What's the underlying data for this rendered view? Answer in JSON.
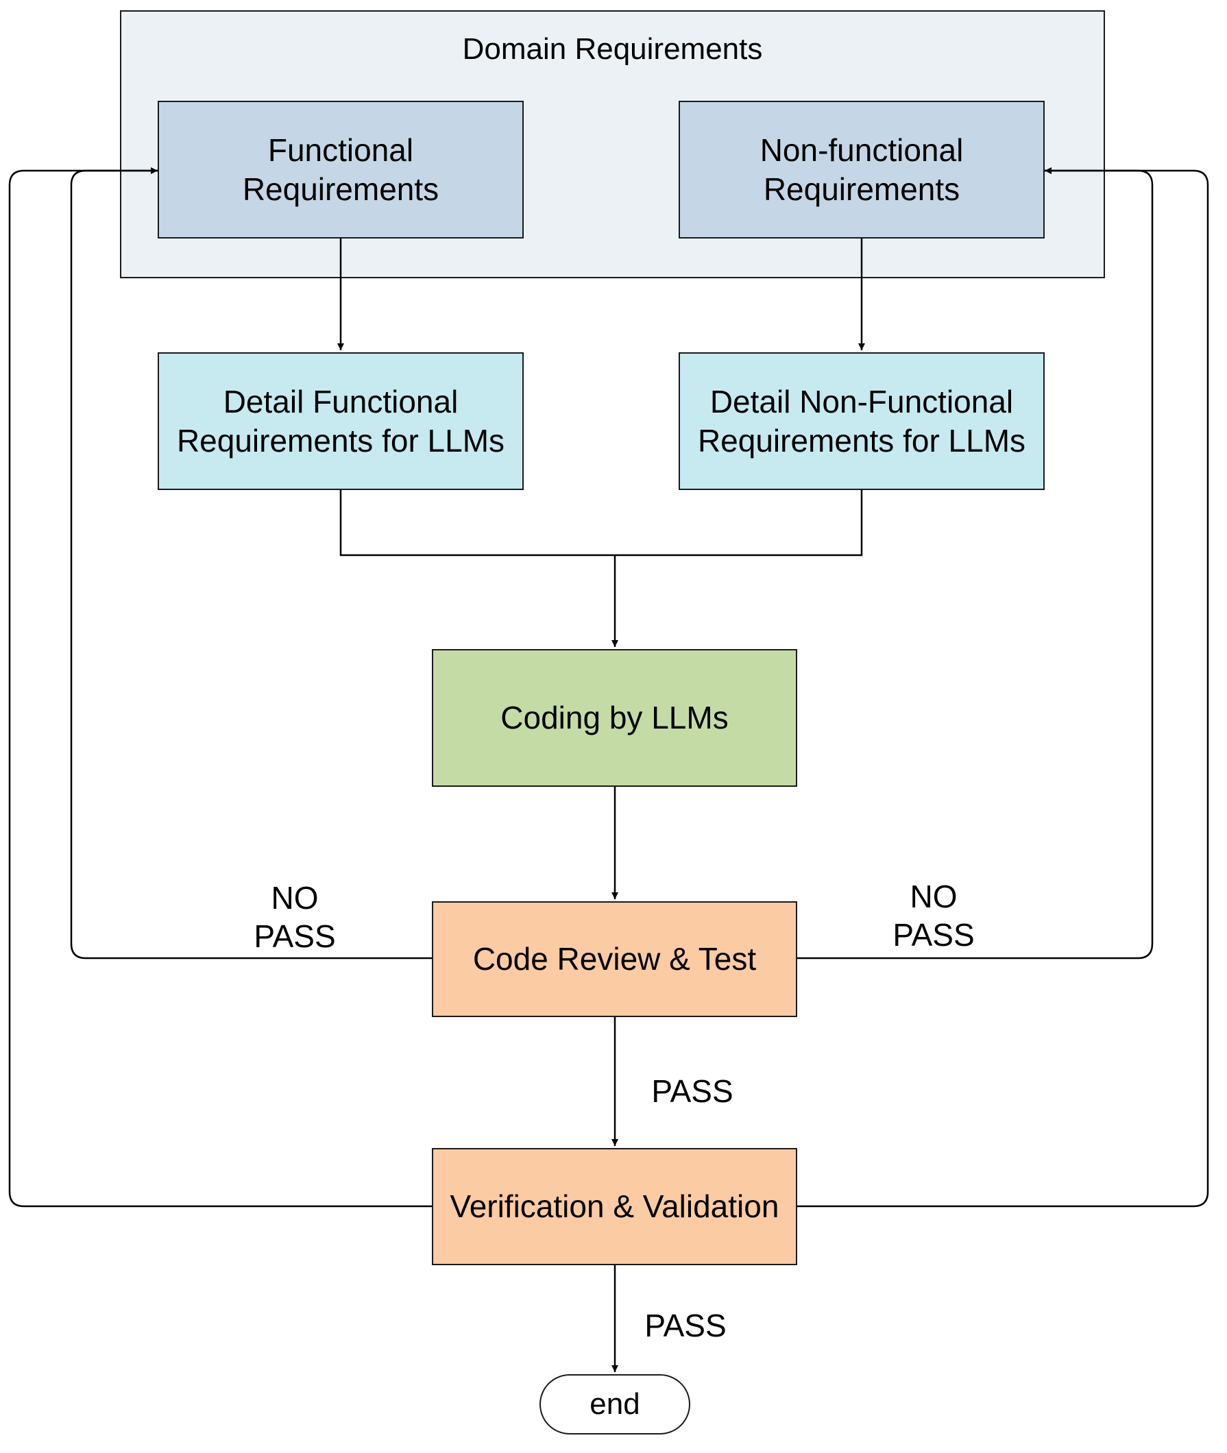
{
  "colors": {
    "domain_group_fill": "#ECF1F5",
    "requirements_fill": "#C5D7E6",
    "detail_fill": "#C6EAF0",
    "coding_fill": "#C5DBA6",
    "review_fill": "#FBCBA4",
    "line": "#000000"
  },
  "group": {
    "title": "Domain Requirements"
  },
  "nodes": {
    "functional": {
      "line1": "Functional",
      "line2": "Requirements"
    },
    "nonfunctional": {
      "line1": "Non-functional",
      "line2": "Requirements"
    },
    "detail_functional": {
      "line1": "Detail Functional",
      "line2": "Requirements for LLMs"
    },
    "detail_nonfunctional": {
      "line1": "Detail Non-Functional",
      "line2": "Requirements for LLMs"
    },
    "coding": {
      "label": "Coding by LLMs"
    },
    "review": {
      "label": "Code Review & Test"
    },
    "verification": {
      "label": "Verification & Validation"
    },
    "end": {
      "label": "end"
    }
  },
  "edge_labels": {
    "review_fail_left": {
      "line1": "NO",
      "line2": "PASS"
    },
    "review_fail_right": {
      "line1": "NO",
      "line2": "PASS"
    },
    "review_pass": "PASS",
    "verification_pass": "PASS"
  }
}
